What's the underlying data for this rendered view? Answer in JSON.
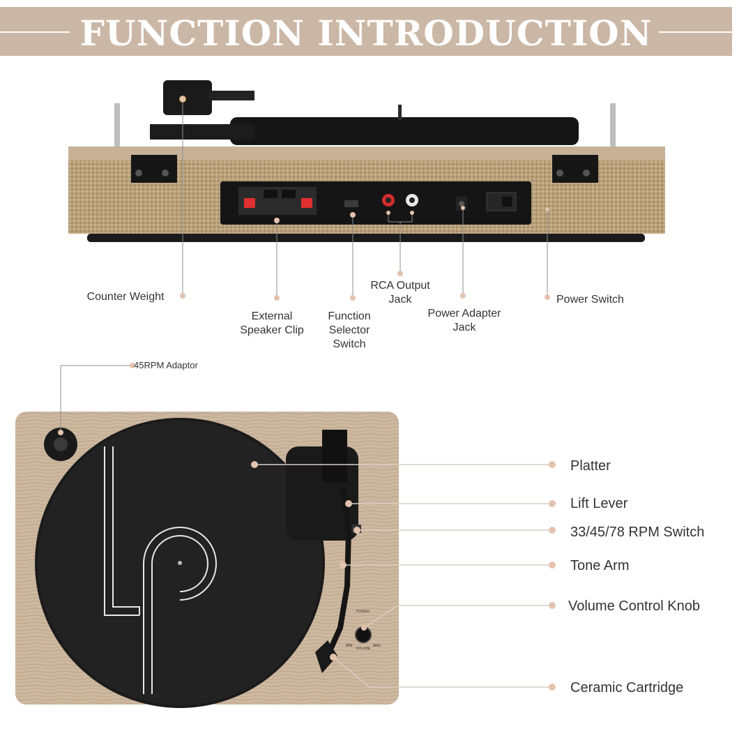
{
  "header": {
    "title": "FUNCTION INTRODUCTION"
  },
  "back_view": {
    "callouts": {
      "counter_weight": "Counter Weight",
      "external_speaker_clip": "External Speaker Clip",
      "function_selector_switch": "Function Selector Switch",
      "rca_output_jack": "RCA Output Jack",
      "power_adapter_jack": "Power Adapter Jack",
      "power_switch": "Power Switch"
    }
  },
  "top_view": {
    "callouts": {
      "rpm_adaptor": "45RPM Adaptor",
      "platter": "Platter",
      "lift_lever": "Lift Lever",
      "rpm_switch": "33/45/78 RPM Switch",
      "tone_arm": "Tone Arm",
      "volume_knob": "Volume Control Knob",
      "ceramic_cartridge": "Ceramic Cartridge"
    },
    "panel_labels": {
      "power": "POWER",
      "volume": "VOLUME",
      "min": "MIN",
      "max": "MAX"
    }
  },
  "colors": {
    "banner": "#cbb7a5",
    "accent_dot": "#e3c3ae",
    "wood": "#c9b49b",
    "fabric": "#b9a17c"
  }
}
